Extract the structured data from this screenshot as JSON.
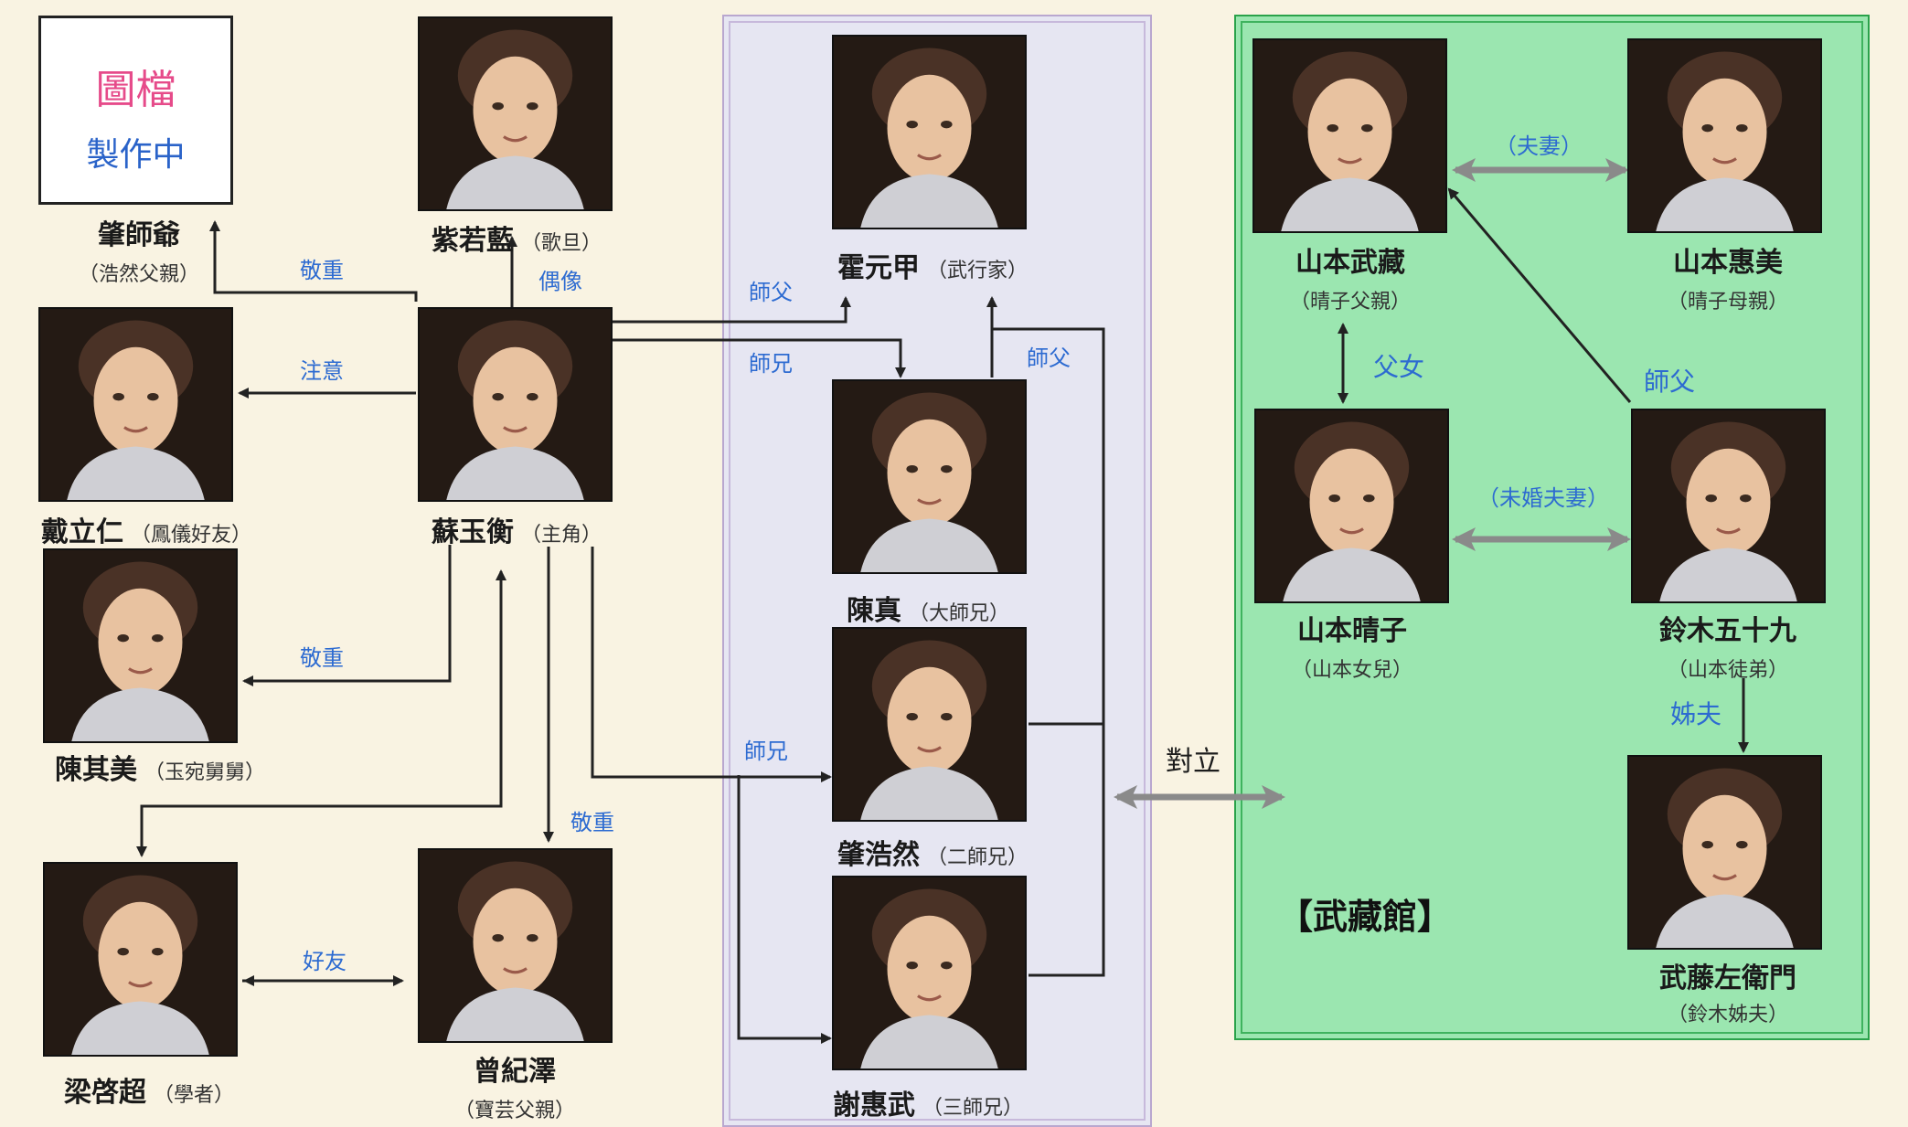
{
  "placeholder": {
    "line1": "圖檔",
    "line2": "製作中"
  },
  "people": {
    "zhao_shiye": {
      "name": "肇師爺",
      "sub": "（浩然父親）"
    },
    "zi_ruolan": {
      "name": "紫若藍",
      "role": "（歌旦）"
    },
    "dai_liren": {
      "name": "戴立仁",
      "role": "（鳳儀好友）"
    },
    "su_yuheng": {
      "name": "蘇玉衡",
      "role": "（主角）"
    },
    "chen_qimei": {
      "name": "陳其美",
      "role": "（玉宛舅舅）"
    },
    "liang_qichao": {
      "name": "梁啓超",
      "role": "（學者）"
    },
    "zeng_jize": {
      "name": "曾紀澤",
      "sub": "（寶芸父親）"
    },
    "huo_yuanjia": {
      "name": "霍元甲",
      "role": "（武行家）"
    },
    "chen_zhen": {
      "name": "陳真",
      "role": "（大師兄）"
    },
    "zhao_haoran": {
      "name": "肇浩然",
      "role": "（二師兄）"
    },
    "xie_huiwu": {
      "name": "謝惠武",
      "role": "（三師兄）"
    },
    "yamamoto_musashi": {
      "name": "山本武藏",
      "sub": "（晴子父親）"
    },
    "yamamoto_emi": {
      "name": "山本惠美",
      "sub": "（晴子母親）"
    },
    "yamamoto_haruko": {
      "name": "山本晴子",
      "sub": "（山本女兒）"
    },
    "suzuki_isoku": {
      "name": "鈴木五十九",
      "sub": "（山本徒弟）"
    },
    "muto_saemon": {
      "name": "武藤左衛門",
      "sub": "（鈴木姊夫）"
    }
  },
  "relations": {
    "respect1": "敬重",
    "idol": "偶像",
    "attention": "注意",
    "respect2": "敬重",
    "friends": "好友",
    "respect3": "敬重",
    "master1": "師父",
    "senior1": "師兄",
    "master2": "師父",
    "senior2": "師兄",
    "opposition": "對立",
    "spouses": "（夫妻）",
    "father_daughter": "父女",
    "master3": "師父",
    "engaged": "（未婚夫妻）",
    "brother_in_law": "姊夫"
  },
  "groups": {
    "musashi_hall": "【武藏館】"
  },
  "colors": {
    "background": "#f9f3e2",
    "school_panel": "#e6e6f2",
    "musashi_panel": "#9be6b0",
    "relation_text": "#2d6bd1",
    "placeholder_title": "#e64b8a",
    "placeholder_sub": "#2a63c9"
  }
}
